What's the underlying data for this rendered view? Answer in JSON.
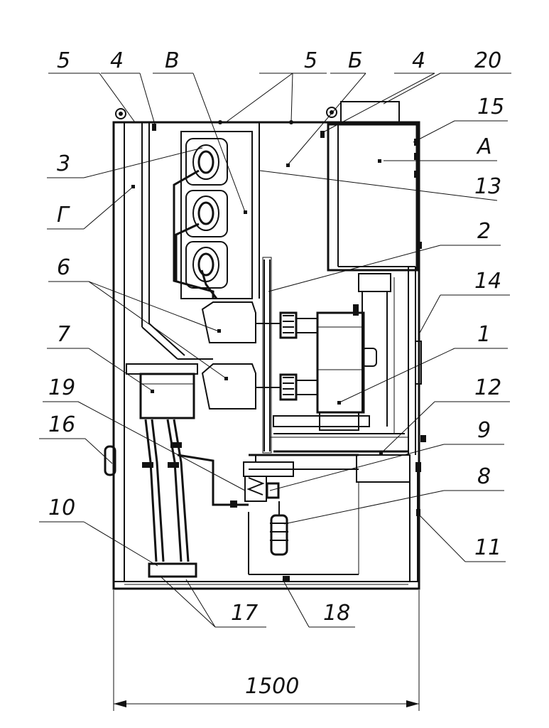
{
  "drawing": {
    "dimension": "1500",
    "labels_left": [
      "5",
      "4",
      "В",
      "3",
      "Г",
      "6",
      "7",
      "19",
      "16",
      "10"
    ],
    "labels_right": [
      "5",
      "Б",
      "4",
      "20",
      "15",
      "А",
      "13",
      "2",
      "14",
      "1",
      "12",
      "9",
      "8",
      "11"
    ],
    "labels_bottom": [
      "17",
      "18"
    ]
  }
}
